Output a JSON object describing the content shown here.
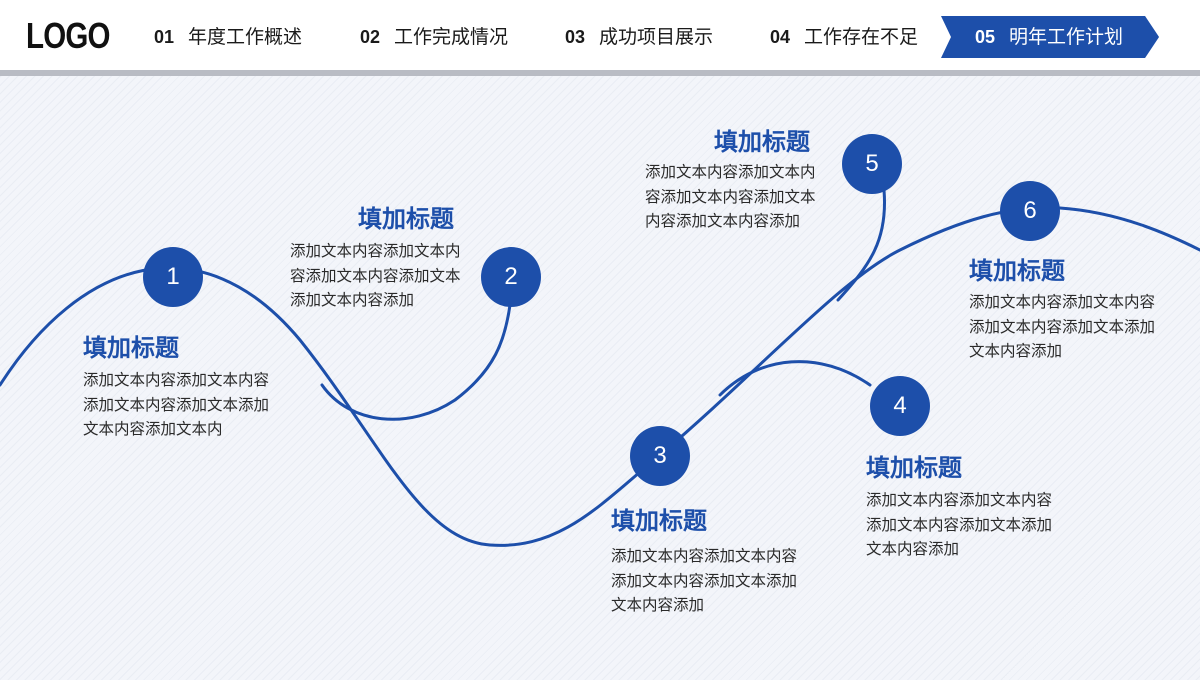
{
  "header": {
    "logo": "LOGO",
    "nav": [
      {
        "num": "01",
        "label": "年度工作概述"
      },
      {
        "num": "02",
        "label": "工作完成情况"
      },
      {
        "num": "03",
        "label": "成功项目展示"
      },
      {
        "num": "04",
        "label": "工作存在不足"
      },
      {
        "num": "05",
        "label": "明年工作计划"
      }
    ]
  },
  "colors": {
    "accent": "#1d4faa",
    "rule": "#b9bcc4"
  },
  "nodes": [
    {
      "number": "1",
      "title": "填加标题",
      "text": "添加文本内容添加文本内容添加文本内容添加文本添加文本内容添加文本内"
    },
    {
      "number": "2",
      "title": "填加标题",
      "text": "添加文本内容添加文本内容添加文本内容添加文本添加文本内容添加"
    },
    {
      "number": "3",
      "title": "填加标题",
      "text": "添加文本内容添加文本内容添加文本内容添加文本添加文本内容添加"
    },
    {
      "number": "4",
      "title": "填加标题",
      "text": "添加文本内容添加文本内容添加文本内容添加文本添加文本内容添加"
    },
    {
      "number": "5",
      "title": "填加标题",
      "text": "添加文本内容添加文本内容添加文本内容添加文本内容添加文本内容添加"
    },
    {
      "number": "6",
      "title": "填加标题",
      "text": "添加文本内容添加文本内容添加文本内容添加文本添加文本内容添加"
    }
  ]
}
